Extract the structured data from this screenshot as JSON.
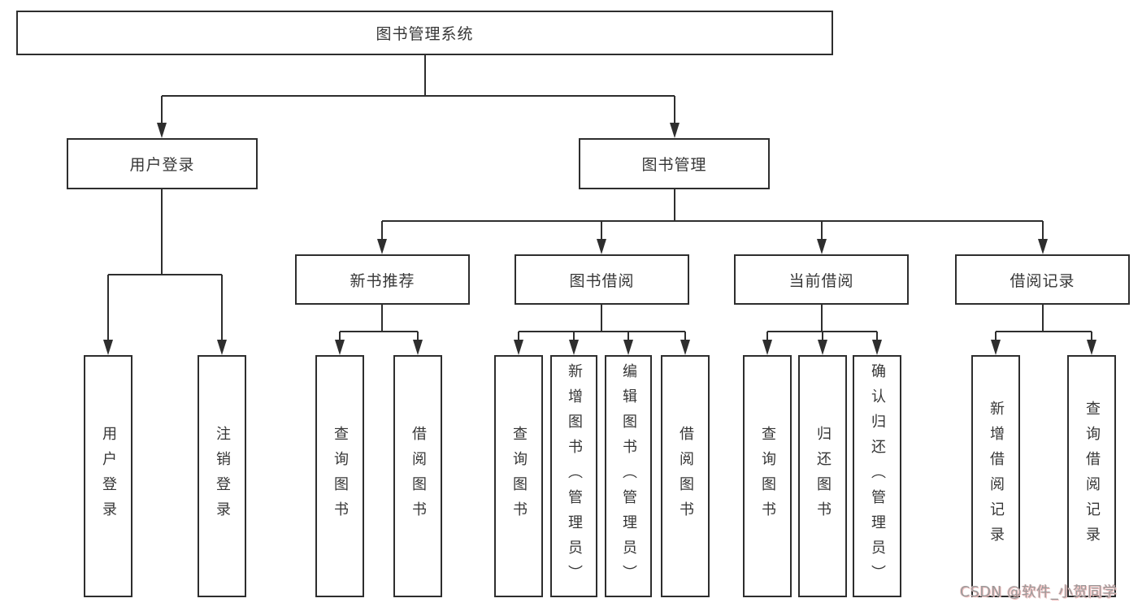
{
  "tree": {
    "label": "图书管理系统",
    "children": [
      {
        "label": "用户登录",
        "children": [
          {
            "label": "用户登录"
          },
          {
            "label": "注销登录"
          }
        ]
      },
      {
        "label": "图书管理",
        "children": [
          {
            "label": "新书推荐",
            "children": [
              {
                "label": "查询图书"
              },
              {
                "label": "借阅图书"
              }
            ]
          },
          {
            "label": "图书借阅",
            "children": [
              {
                "label": "查询图书"
              },
              {
                "label": "新增图书（管理员）"
              },
              {
                "label": "编辑图书（管理员）"
              },
              {
                "label": "借阅图书"
              }
            ]
          },
          {
            "label": "当前借阅",
            "children": [
              {
                "label": "查询图书"
              },
              {
                "label": "归还图书"
              },
              {
                "label": "确认归还（管理员）"
              }
            ]
          },
          {
            "label": "借阅记录",
            "children": [
              {
                "label": "新增借阅记录"
              },
              {
                "label": "查询借阅记录"
              }
            ]
          }
        ]
      }
    ]
  },
  "watermark": {
    "text": "CSDN @软件_小贺同学"
  },
  "colors": {
    "line": "#2e2e2e",
    "box_border": "#2e2e2e",
    "box_fill": "#ffffff",
    "text": "#363636",
    "background": "#ffffff",
    "watermark_gray": "#9a9a9a",
    "watermark_pink": "#f0bcbc"
  }
}
